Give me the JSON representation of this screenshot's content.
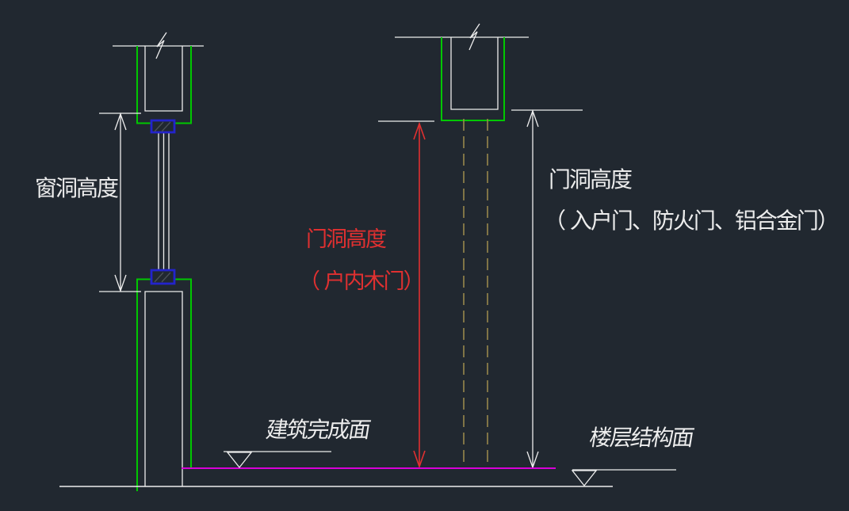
{
  "colors": {
    "background": "#212830",
    "white": "#ededed",
    "green": "#00c800",
    "blue": "#2323cc",
    "red": "#e03030",
    "magenta": "#d800d8",
    "olive": "#97874b"
  },
  "labels": {
    "window_opening_height": "窗洞高度",
    "interior_door_line1": "门洞高度",
    "interior_door_line2": "（ 户内木门）",
    "entry_door_line1": "门洞高度",
    "entry_door_line2": "（ 入户门、防火门、铝合金门）",
    "building_finished_surface": "建筑完成面",
    "floor_structural_surface": "楼层结构面"
  }
}
